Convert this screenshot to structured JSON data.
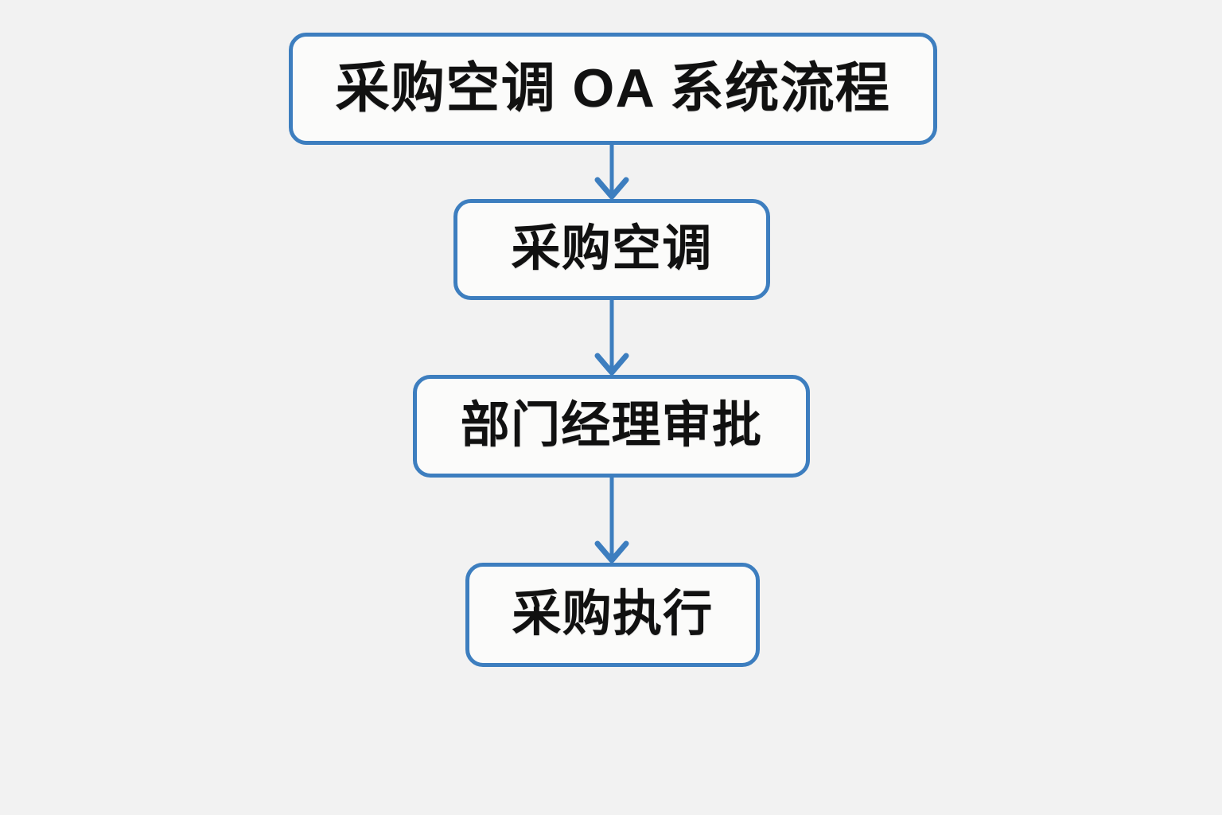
{
  "diagram": {
    "title": "采购空调 OA 系统流程",
    "type": "flowchart",
    "orientation": "top-to-bottom",
    "background_color": "#f2f2f2",
    "node_fill_color": "#fbfbfa",
    "node_border_color": "#3d7ebf",
    "connector_color": "#3d7ebf",
    "text_color": "#111111",
    "nodes": [
      {
        "id": "title",
        "label": "采购空调 OA 系统流程",
        "shape": "rounded-rectangle"
      },
      {
        "id": "request",
        "label": "采购空调",
        "shape": "rounded-rectangle"
      },
      {
        "id": "approval",
        "label": "部门经理审批",
        "shape": "rounded-rectangle"
      },
      {
        "id": "execute",
        "label": "采购执行",
        "shape": "rounded-rectangle"
      }
    ],
    "edges": [
      {
        "from": "title",
        "to": "request",
        "label": "",
        "arrow": "down"
      },
      {
        "from": "request",
        "to": "approval",
        "label": "",
        "arrow": "down"
      },
      {
        "from": "approval",
        "to": "execute",
        "label": "",
        "arrow": "down"
      }
    ]
  }
}
